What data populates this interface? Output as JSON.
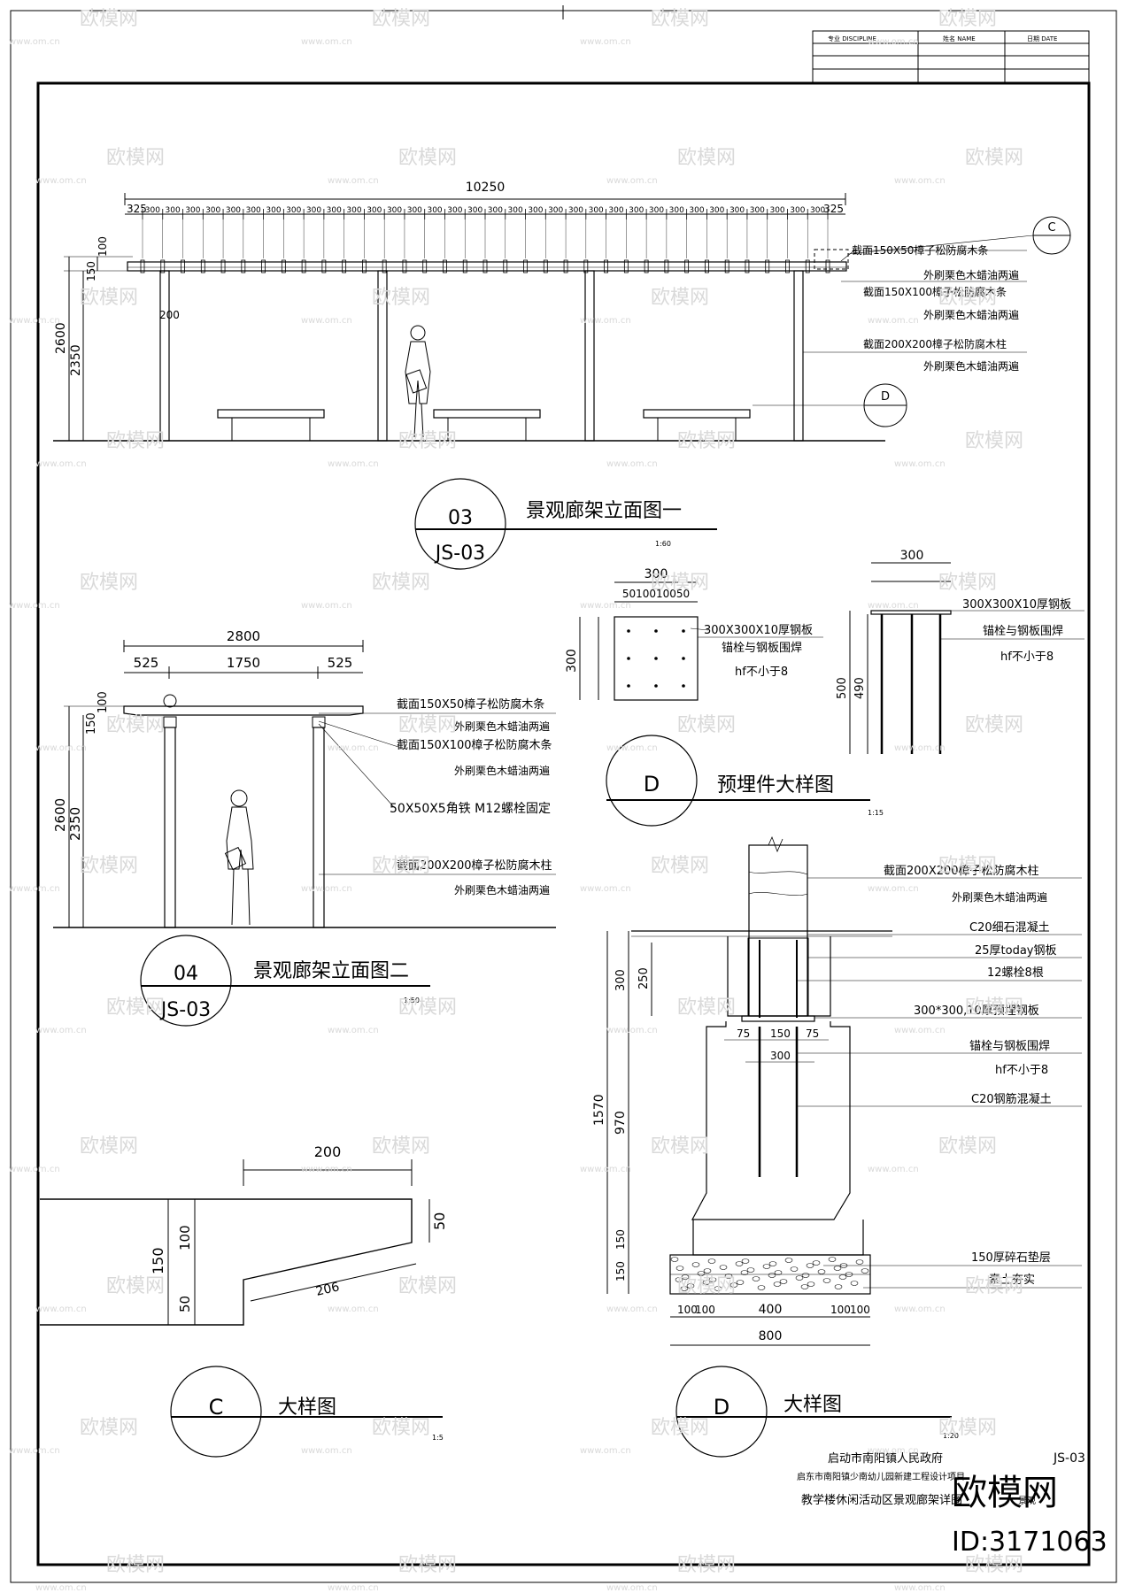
{
  "title_block_top": {
    "headers": [
      "专业 DISCIPLINE",
      "姓名 NAME",
      "日期 DATE"
    ]
  },
  "elevation_1": {
    "title": "景观廊架立面图一",
    "index_top": "03",
    "index_bottom": "JS-03",
    "scale": "1:60",
    "dim_total": "10250",
    "dim_end": "325",
    "dim_spacing": "300",
    "dim_height_total": "2600",
    "dim_height_post": "2350",
    "dim_top_a": "150",
    "dim_top_b": "100",
    "dim_overhang": "200",
    "callout_c": "C",
    "callout_d": "D",
    "notes": [
      "截面150X50樟子松防腐木条",
      "外刷栗色木蜡油两遍",
      "截面150X100樟子松防腐木条",
      "外刷栗色木蜡油两遍",
      "截面200X200樟子松防腐木柱",
      "外刷栗色木蜡油两遍"
    ]
  },
  "elevation_2": {
    "title": "景观廊架立面图二",
    "index_top": "04",
    "index_bottom": "JS-03",
    "scale": "1:50",
    "dim_total": "2800",
    "dim_left": "525",
    "dim_mid": "1750",
    "dim_right": "525",
    "dim_height_total": "2600",
    "dim_height_post": "2350",
    "dim_top_a": "150",
    "dim_top_b": "100",
    "notes": [
      "截面150X50樟子松防腐木条",
      "外刷栗色木蜡油两遍",
      "截面150X100樟子松防腐木条",
      "外刷栗色木蜡油两遍",
      "50X50X5角铁 M12螺栓固定",
      "截面200X200樟子松防腐木柱",
      "外刷栗色木蜡油两遍"
    ]
  },
  "embed_detail": {
    "title": "预埋件大样图",
    "index": "D",
    "scale": "1:15",
    "dim_width": "300",
    "dim_parts": [
      "50",
      "100",
      "100",
      "50"
    ],
    "dim_height": "300",
    "dim_depth_a": "500",
    "dim_depth_b": "490",
    "notes_plan": [
      "300X300X10厚钢板",
      "锚栓与钢板围焊",
      "hf不小于8"
    ],
    "notes_section": [
      "300X300X10厚钢板",
      "锚栓与钢板围焊",
      "hf不小于8"
    ]
  },
  "footing_detail": {
    "title": "大样图",
    "index": "D",
    "scale": "1:20",
    "notes": [
      "截面200X200樟子松防腐木柱",
      "外刷栗色木蜡油两遍",
      "C20细石混凝土",
      "25厚today钢板",
      "12螺栓8根",
      "300*300,10厚预埋钢板",
      "锚栓与钢板围焊",
      "hf不小于8",
      "C20钢筋混凝土",
      "150厚碎石垫层",
      "素土夯实"
    ],
    "dims_vertical": [
      "300",
      "250",
      "1570",
      "970",
      "150",
      "150"
    ],
    "dims_mid": [
      "75",
      "150",
      "75",
      "300"
    ],
    "dims_bottom": [
      "100",
      "100",
      "400",
      "100",
      "100",
      "800"
    ]
  },
  "beam_detail": {
    "title": "大样图",
    "index": "C",
    "scale": "1:5",
    "dim_top": "200",
    "dim_right": "50",
    "dim_height": "150",
    "dim_h_upper": "100",
    "dim_h_lower": "50",
    "dim_slope": "206"
  },
  "title_block_bottom": {
    "client": "启动市南阳镇人民政府",
    "project": "启东市南阳镇少南幼儿园新建工程设计项目",
    "drawing": "教学楼休闲活动区景观廊架详图",
    "sheet_no": "JS-03",
    "discipline": "景观"
  },
  "watermark": {
    "brand": "欧模网",
    "site": "www.om.cn",
    "id": "ID:3171063"
  }
}
